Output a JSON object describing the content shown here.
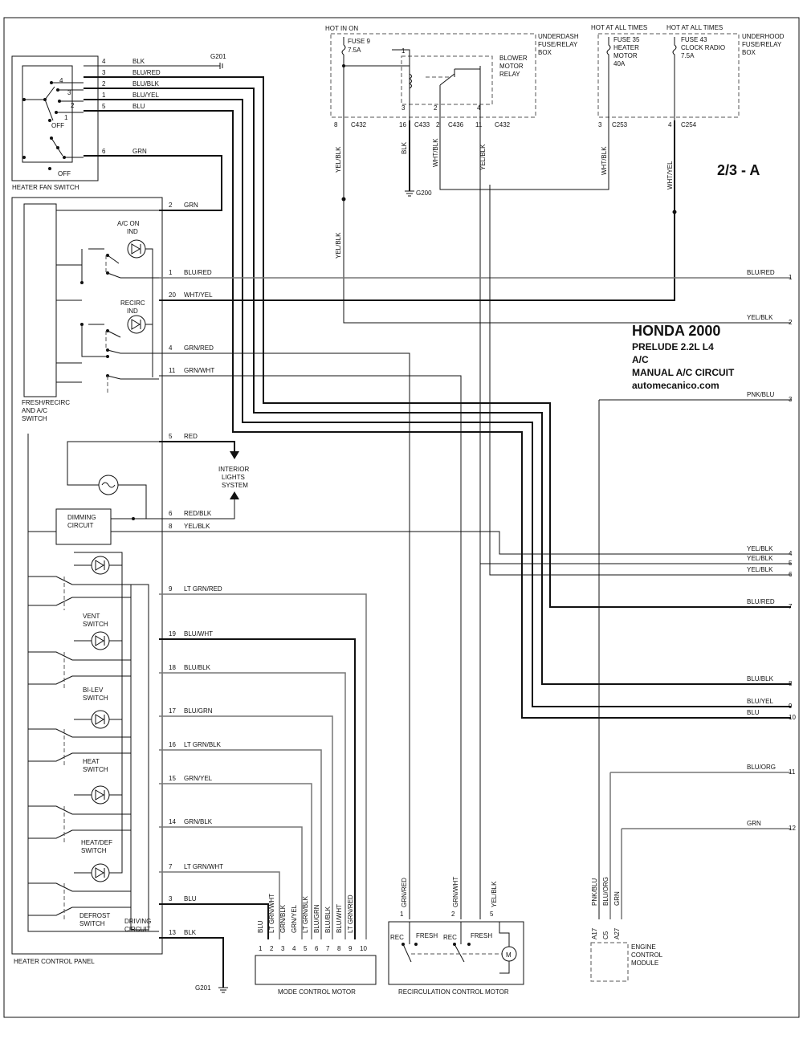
{
  "header": {
    "page_ref": "2/3 - A",
    "hot_in_on": "HOT IN ON",
    "hot_at_all_times_1": "HOT AT ALL TIMES",
    "hot_at_all_times_2": "HOT AT ALL TIMES"
  },
  "title": {
    "make": "HONDA 2000",
    "model": "PRELUDE  2.2L  L4",
    "system": "A/C",
    "circuit": "MANUAL A/C CIRCUIT",
    "site": "automecanico.com"
  },
  "underdash_box": {
    "label_1": "UNDERDASH",
    "label_2": "FUSE/RELAY",
    "label_3": "BOX",
    "fuse_name": "FUSE 9",
    "fuse_rating": "7.5A",
    "relay_1": "BLOWER",
    "relay_2": "MOTOR",
    "relay_3": "RELAY",
    "pin_1": "1",
    "pin_3": "3",
    "pin_2": "2",
    "pin_4": "4"
  },
  "underhood_box": {
    "label_1": "UNDERHOOD",
    "label_2": "FUSE/RELAY",
    "label_3": "BOX",
    "fuse35_1": "FUSE 35",
    "fuse35_2": "HEATER",
    "fuse35_3": "MOTOR",
    "fuse35_4": "40A",
    "fuse43_1": "FUSE 43",
    "fuse43_2": "CLOCK RADIO",
    "fuse43_3": "7.5A"
  },
  "connectors": [
    {
      "pin": "8",
      "name": "C432"
    },
    {
      "pin": "16",
      "name": "C433"
    },
    {
      "pin": "2",
      "name": "C436"
    },
    {
      "pin": "11",
      "name": "C432"
    },
    {
      "pin": "3",
      "name": "C253"
    },
    {
      "pin": "4",
      "name": "C254"
    }
  ],
  "vertical_wire_labels": [
    "YEL/BLK",
    "BLK",
    "WHT/BLK",
    "YEL/BLK",
    "WHT/BLK",
    "WHT/YEL",
    "YEL/BLK"
  ],
  "grounds": {
    "g201_top": "G201",
    "g200": "G200",
    "g201_bottom": "G201"
  },
  "fan_switch": {
    "label": "HEATER FAN SWITCH",
    "off_1": "OFF",
    "off_2": "OFF",
    "inner_pins": [
      "4",
      "3",
      "2",
      "1"
    ],
    "wires": [
      {
        "pin": "4",
        "color": "BLK"
      },
      {
        "pin": "3",
        "color": "BLU/RED"
      },
      {
        "pin": "2",
        "color": "BLU/BLK"
      },
      {
        "pin": "1",
        "color": "BLU/YEL"
      },
      {
        "pin": "5",
        "color": "BLU"
      },
      {
        "pin": "6",
        "color": "GRN"
      }
    ]
  },
  "control_panel": {
    "label": "HEATER CONTROL PANEL",
    "fresh_label_1": "FRESH/RECIRC",
    "fresh_label_2": "AND A/C",
    "fresh_label_3": "SWITCH",
    "ac_ind_1": "A/C ON",
    "ac_ind_2": "IND",
    "recirc_ind_1": "RECIRC",
    "recirc_ind_2": "IND",
    "dimming_1": "DIMMING",
    "dimming_2": "CIRCUIT",
    "vent_1": "VENT",
    "vent_2": "SWITCH",
    "bilev_1": "BI-LEV",
    "bilev_2": "SWITCH",
    "heat_1": "HEAT",
    "heat_2": "SWITCH",
    "heatdef_1": "HEAT/DEF",
    "heatdef_2": "SWITCH",
    "defrost_1": "DEFROST",
    "defrost_2": "SWITCH",
    "driving_1": "DRIVING",
    "driving_2": "CIRCUIT",
    "wires": [
      {
        "pin": "2",
        "color": "GRN"
      },
      {
        "pin": "1",
        "color": "BLU/RED"
      },
      {
        "pin": "20",
        "color": "WHT/YEL"
      },
      {
        "pin": "4",
        "color": "GRN/RED"
      },
      {
        "pin": "11",
        "color": "GRN/WHT"
      },
      {
        "pin": "5",
        "color": "RED"
      },
      {
        "pin": "6",
        "color": "RED/BLK"
      },
      {
        "pin": "8",
        "color": "YEL/BLK"
      },
      {
        "pin": "9",
        "color": "LT GRN/RED"
      },
      {
        "pin": "19",
        "color": "BLU/WHT"
      },
      {
        "pin": "18",
        "color": "BLU/BLK"
      },
      {
        "pin": "17",
        "color": "BLU/GRN"
      },
      {
        "pin": "16",
        "color": "LT GRN/BLK"
      },
      {
        "pin": "15",
        "color": "GRN/YEL"
      },
      {
        "pin": "14",
        "color": "GRN/BLK"
      },
      {
        "pin": "7",
        "color": "LT GRN/WHT"
      },
      {
        "pin": "3",
        "color": "BLU"
      },
      {
        "pin": "13",
        "color": "BLK"
      }
    ]
  },
  "interior_lights": {
    "l1": "INTERIOR",
    "l2": "LIGHTS",
    "l3": "SYSTEM"
  },
  "outputs": [
    {
      "num": "1",
      "color": "BLU/RED"
    },
    {
      "num": "2",
      "color": "YEL/BLK"
    },
    {
      "num": "3",
      "color": "PNK/BLU"
    },
    {
      "num": "4",
      "color": "YEL/BLK"
    },
    {
      "num": "5",
      "color": "YEL/BLK"
    },
    {
      "num": "6",
      "color": "YEL/BLK"
    },
    {
      "num": "7",
      "color": "BLU/RED"
    },
    {
      "num": "8",
      "color": "BLU/BLK"
    },
    {
      "num": "9",
      "color": "BLU/YEL"
    },
    {
      "num": "10",
      "color": "BLU"
    },
    {
      "num": "11",
      "color": "BLU/ORG"
    },
    {
      "num": "12",
      "color": "GRN"
    }
  ],
  "mode_motor": {
    "label": "MODE CONTROL MOTOR",
    "wires": [
      "BLU",
      "LT GRN/WHT",
      "GRN/BLK",
      "GRN/YEL",
      "LT GRN/BLK",
      "BLU/GRN",
      "BLU/BLK",
      "BLU/WHT",
      "LT GRN/RED"
    ],
    "pins": [
      "1",
      "2",
      "3",
      "4",
      "5",
      "6",
      "7",
      "8",
      "9",
      "10"
    ]
  },
  "recirc_motor": {
    "label": "RECIRCULATION CONTROL MOTOR",
    "wires": [
      "GRN/RED",
      "GRN/WHT",
      "YEL/BLK"
    ],
    "pins": [
      "1",
      "2",
      "5"
    ],
    "rec_1": "REC",
    "fresh_1": "FRESH",
    "rec_2": "REC",
    "fresh_2": "FRESH",
    "motor": "M"
  },
  "ecm": {
    "label_1": "ENGINE",
    "label_2": "CONTROL",
    "label_3": "MODULE",
    "wires": [
      "PNK/BLU",
      "BLU/ORG",
      "GRN"
    ],
    "pins": [
      "A17",
      "C5",
      "A27"
    ]
  }
}
